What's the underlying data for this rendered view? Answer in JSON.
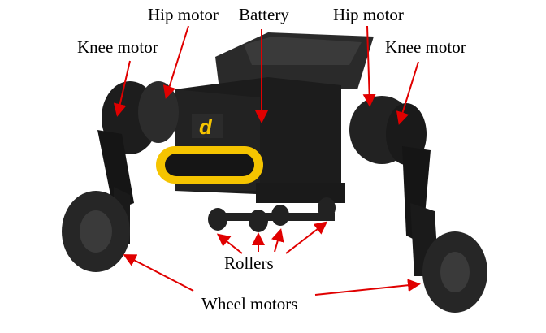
{
  "labels": {
    "hip_motor_left": "Hip motor",
    "battery": "Battery",
    "hip_motor_right": "Hip motor",
    "knee_motor_left": "Knee motor",
    "knee_motor_right": "Knee motor",
    "rollers": "Rollers",
    "wheel_motors": "Wheel motors"
  },
  "colors": {
    "arrow": "#e00000",
    "body": "#1a1a1a",
    "accent": "#f5c400"
  }
}
